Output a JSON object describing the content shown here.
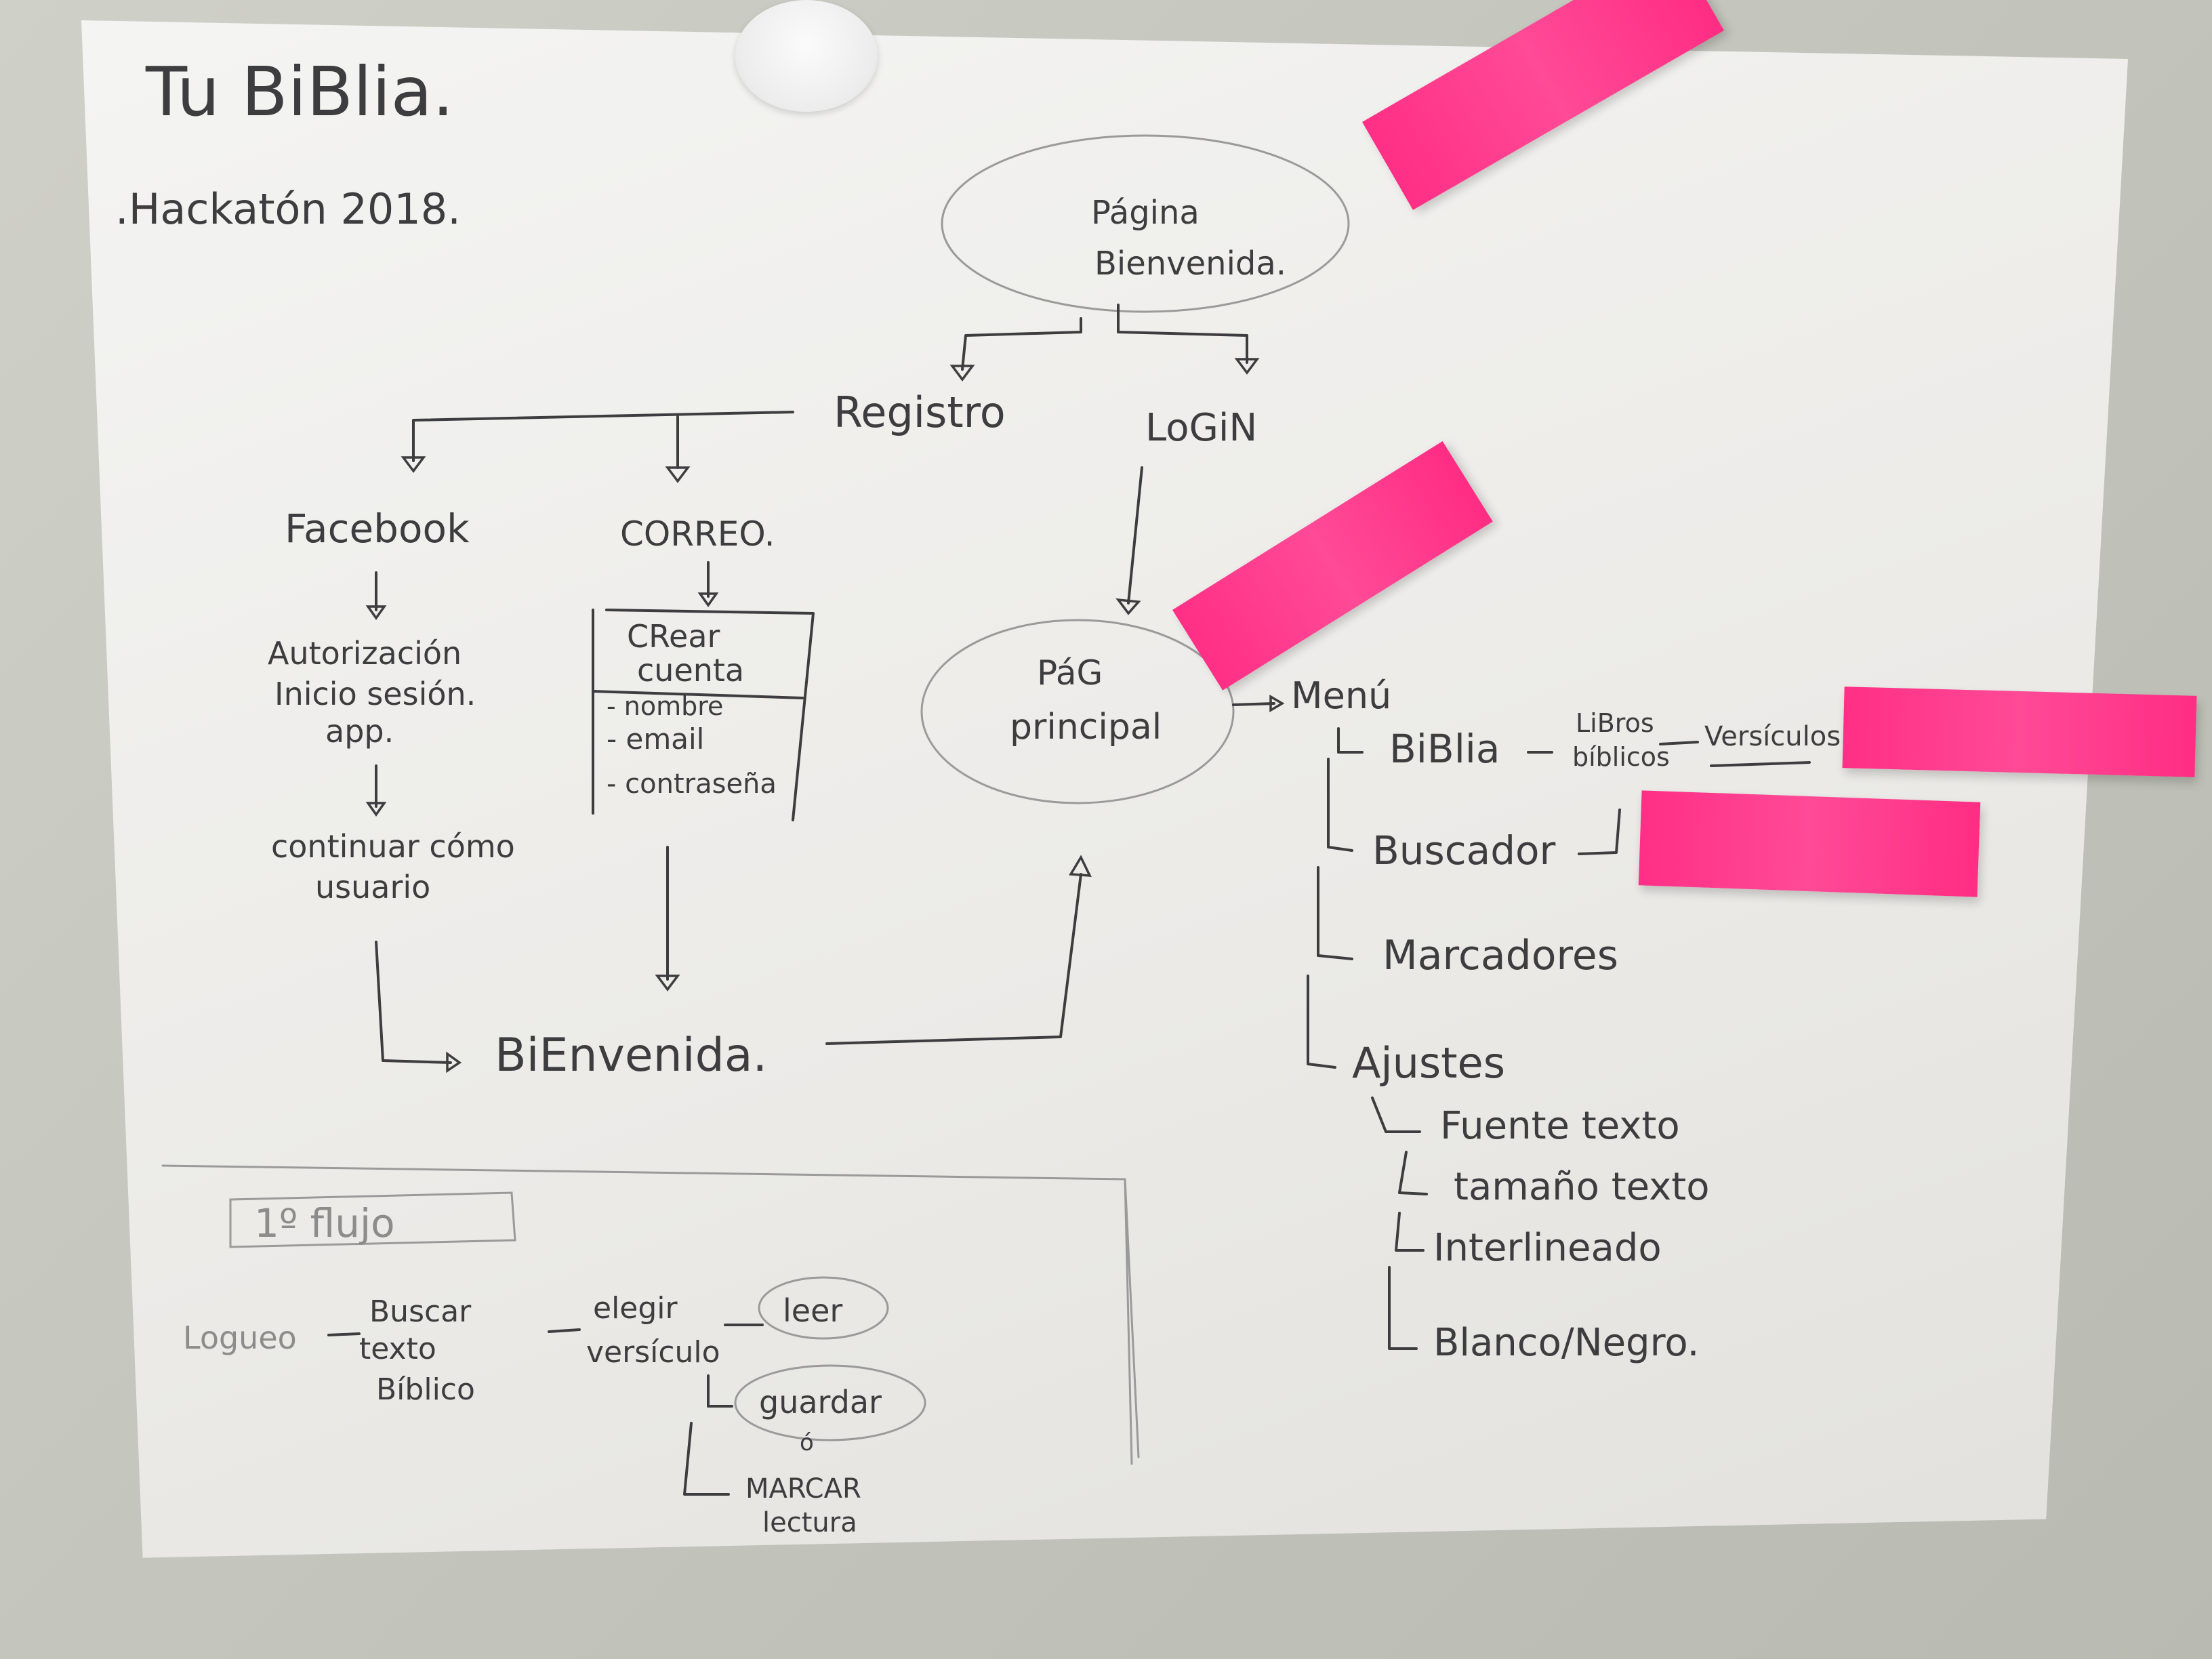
{
  "title": "Tu BiBlia.",
  "subtitle": ".Hackatón 2018.",
  "colors": {
    "ink": "#3d3d40",
    "pencil_light": "#8c8c8c",
    "sticky_note": "#ff3a8c",
    "paper": "#eeeeec"
  },
  "nodes": {
    "welcome_page": [
      "Página",
      "Bienvenida."
    ],
    "registro": "Registro",
    "login": "LoGiN",
    "facebook": "Facebook",
    "correo": "CORREO.",
    "fb_auth": [
      "Autorización",
      "Inicio sesión.",
      "app."
    ],
    "fb_continue": [
      "continuar cómo",
      "usuario"
    ],
    "crear_cuenta": {
      "title": [
        "CRear",
        "cuenta"
      ],
      "fields": [
        "- nombre",
        "- email",
        "- contraseña"
      ]
    },
    "bienvenida": "BiEnvenida.",
    "main_page": [
      "PáG",
      "principal"
    ],
    "menu": "Menú",
    "menu_items": {
      "biblia": "BiBlia",
      "libros": [
        "LiBros",
        "bíblicos"
      ],
      "versiculos": "Versículos",
      "buscador": "Buscador",
      "marcadores": "Marcadores",
      "ajustes": "Ajustes"
    },
    "ajustes_items": [
      "Fuente texto",
      "tamaño texto",
      "Interlineado",
      "Blanco/Negro."
    ]
  },
  "flow": {
    "label": "1º flujo",
    "steps": {
      "logueo": "Logueo",
      "buscar": [
        "Buscar",
        "texto",
        "Bíblico"
      ],
      "elegir": [
        "elegir",
        "versículo"
      ],
      "leer": "leer",
      "guardar": "guardar",
      "o": "ó",
      "marcar": [
        "MARCAR",
        "lectura"
      ]
    }
  }
}
